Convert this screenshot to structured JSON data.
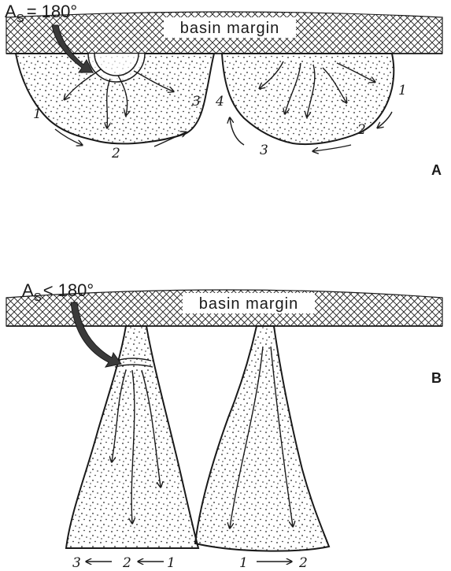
{
  "panel_a": {
    "letter": "A",
    "angle": {
      "symbol": "A",
      "subscript": "S",
      "relation": "= 180°"
    },
    "margin_label": "basin margin",
    "left_fan_sequence": [
      "1",
      "2",
      "3"
    ],
    "right_fan_sequence": [
      "1",
      "2",
      "3",
      "4"
    ]
  },
  "panel_b": {
    "letter": "B",
    "angle": {
      "symbol": "A",
      "subscript": "S",
      "relation": "< 180°"
    },
    "margin_label": "basin margin",
    "left_fan_sequence": [
      "3",
      "2",
      "1"
    ],
    "right_fan_sequence": [
      "1",
      "2"
    ]
  },
  "colors": {
    "ink": "#1a1a1a",
    "arrow_fill": "#3a3a3a",
    "paper": "#ffffff"
  }
}
